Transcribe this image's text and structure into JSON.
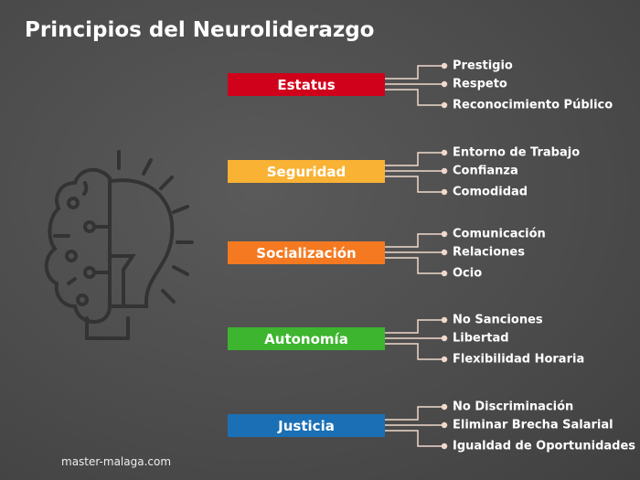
{
  "title": "Principios del Neuroliderazgo",
  "footer": "master-malaga.com",
  "connector_color": "#f0d9cc",
  "groups": [
    {
      "label": "Estatus",
      "color": "#d0021b",
      "items": [
        "Prestigio",
        "Respeto",
        "Reconocimiento Público"
      ]
    },
    {
      "label": "Seguridad",
      "color": "#f9b233",
      "items": [
        "Entorno de Trabajo",
        "Confianza",
        "Comodidad"
      ]
    },
    {
      "label": "Socialización",
      "color": "#f47920",
      "items": [
        "Comunicación",
        "Relaciones",
        "Ocio"
      ]
    },
    {
      "label": "Autonomía",
      "color": "#3db52f",
      "items": [
        "No Sanciones",
        "Libertad",
        "Flexibilidad Horaria"
      ]
    },
    {
      "label": "Justicia",
      "color": "#1a6fb5",
      "items": [
        "No Discriminación",
        "Eliminar Brecha Salarial",
        "Igualdad de Oportunidades"
      ]
    }
  ]
}
